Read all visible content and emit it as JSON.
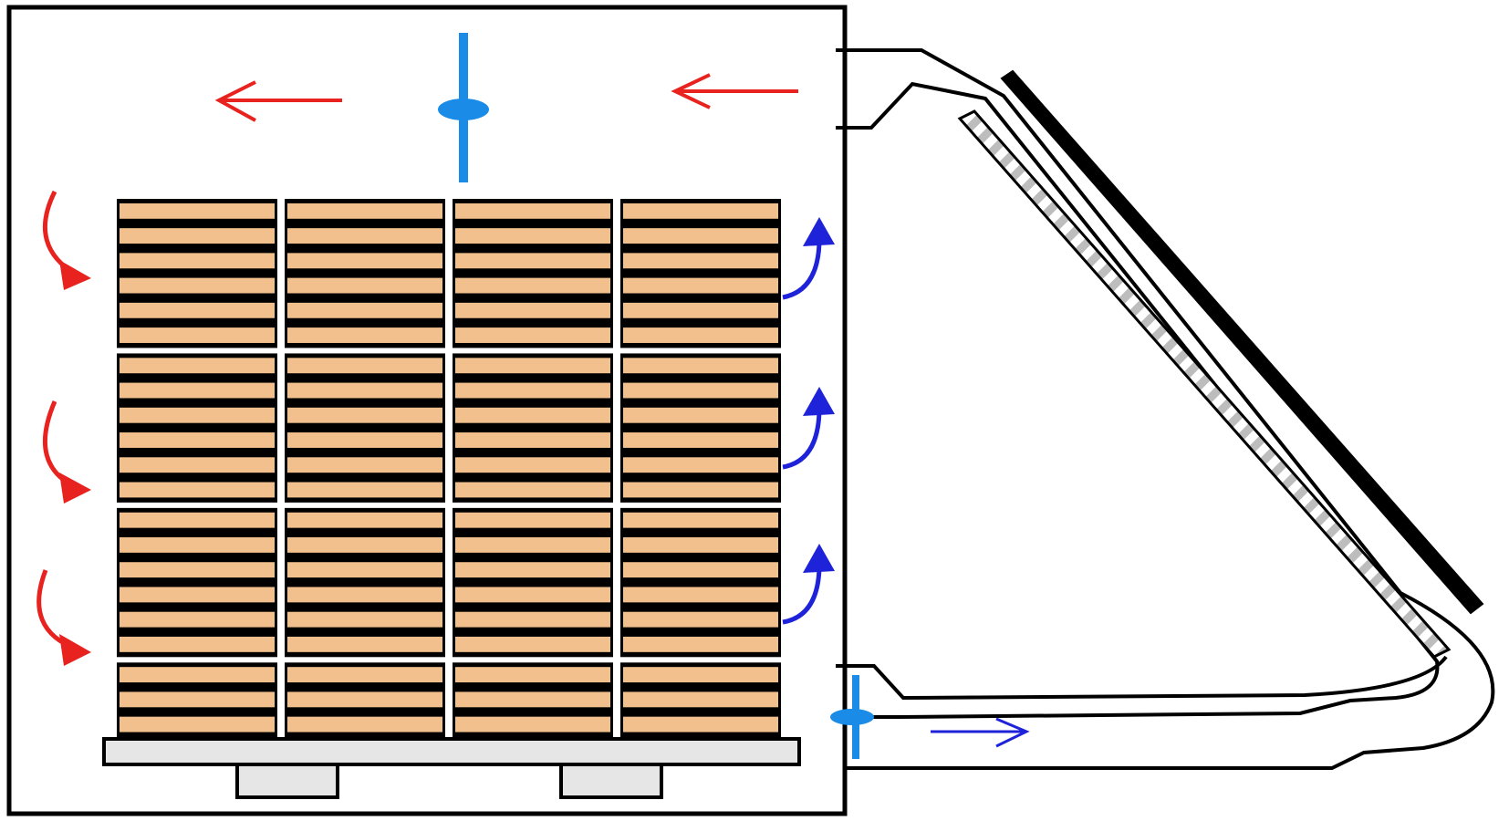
{
  "colors": {
    "background": "#ffffff",
    "outline": "#000000",
    "wood": "#f2c08d",
    "pallet": "#e6e6e6",
    "hot_air": "#e8221f",
    "cool_air": "#1e22d8",
    "fan": "#1a8ce8",
    "absorber": "#000000",
    "absorber_hatch": "#bdbdbd"
  },
  "icons": [
    "fan-icon",
    "airflow-arrow-icon"
  ],
  "stack": {
    "columns": 4,
    "rows": 21,
    "tiers": 4
  }
}
